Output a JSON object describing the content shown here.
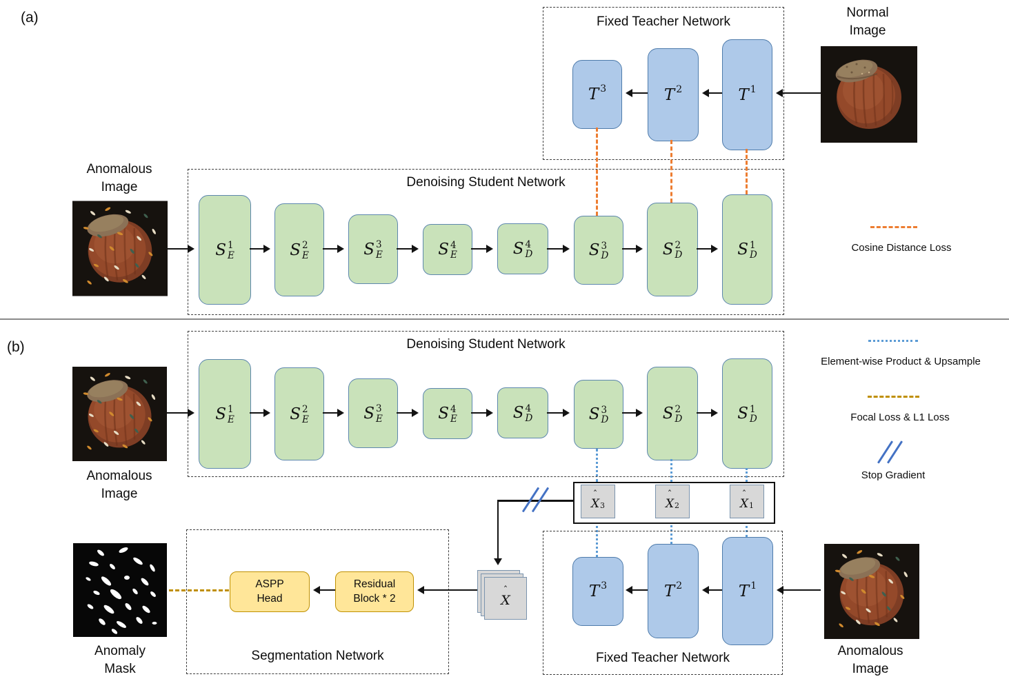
{
  "panel_a": {
    "label": "(a)",
    "teacher": {
      "title": "Fixed Teacher Network",
      "blocks": [
        {
          "base": "T",
          "sup": "3"
        },
        {
          "base": "T",
          "sup": "2"
        },
        {
          "base": "T",
          "sup": "1"
        }
      ]
    },
    "student": {
      "title": "Denoising Student Network",
      "blocks": [
        {
          "base": "S",
          "sup": "1",
          "sub": "E"
        },
        {
          "base": "S",
          "sup": "2",
          "sub": "E"
        },
        {
          "base": "S",
          "sup": "3",
          "sub": "E"
        },
        {
          "base": "S",
          "sup": "4",
          "sub": "E"
        },
        {
          "base": "S",
          "sup": "4",
          "sub": "D"
        },
        {
          "base": "S",
          "sup": "3",
          "sub": "D"
        },
        {
          "base": "S",
          "sup": "2",
          "sub": "D"
        },
        {
          "base": "S",
          "sup": "1",
          "sub": "D"
        }
      ]
    },
    "normal_caption": "Normal Image",
    "anomalous_caption": "Anomalous Image",
    "legend_cosine": "Cosine Distance Loss"
  },
  "panel_b": {
    "label": "(b)",
    "student": {
      "title": "Denoising Student Network",
      "blocks": [
        {
          "base": "S",
          "sup": "1",
          "sub": "E"
        },
        {
          "base": "S",
          "sup": "2",
          "sub": "E"
        },
        {
          "base": "S",
          "sup": "3",
          "sub": "E"
        },
        {
          "base": "S",
          "sup": "4",
          "sub": "E"
        },
        {
          "base": "S",
          "sup": "4",
          "sub": "D"
        },
        {
          "base": "S",
          "sup": "3",
          "sub": "D"
        },
        {
          "base": "S",
          "sup": "2",
          "sub": "D"
        },
        {
          "base": "S",
          "sup": "1",
          "sub": "D"
        }
      ]
    },
    "teacher": {
      "title": "Fixed Teacher Network",
      "blocks": [
        {
          "base": "T",
          "sup": "3"
        },
        {
          "base": "T",
          "sup": "2"
        },
        {
          "base": "T",
          "sup": "1"
        }
      ]
    },
    "segmentation": {
      "title": "Segmentation Network",
      "aspp": "ASPP Head",
      "residual": "Residual Block * 2"
    },
    "xhat_row": [
      {
        "hat": "ˆ",
        "base": "X",
        "sub": "3"
      },
      {
        "hat": "ˆ",
        "base": "X",
        "sub": "2"
      },
      {
        "hat": "ˆ",
        "base": "X",
        "sub": "1"
      }
    ],
    "xhat_stack": {
      "hat": "ˆ",
      "base": "X"
    },
    "anomalous_caption_left": "Anomalous Image",
    "anomalous_caption_right": "Anomalous Image",
    "mask_caption": "Anomaly Mask",
    "legend": [
      {
        "label": "Element-wise Product & Upsample"
      },
      {
        "label": "Focal Loss & L1 Loss"
      },
      {
        "label": "Stop Gradient"
      }
    ]
  },
  "colors": {
    "teacher_block_fill": "#aec9e9",
    "student_block_fill": "#c9e2ba",
    "segmentation_block_fill": "#ffe699",
    "feature_map_fill": "#d8d8d8",
    "cosine_distance_loss": "#ED7D31",
    "elementwise_product_upsample": "#5B9BD5",
    "focal_l1_loss": "#BF8F00",
    "stop_gradient": "#4472C4"
  }
}
